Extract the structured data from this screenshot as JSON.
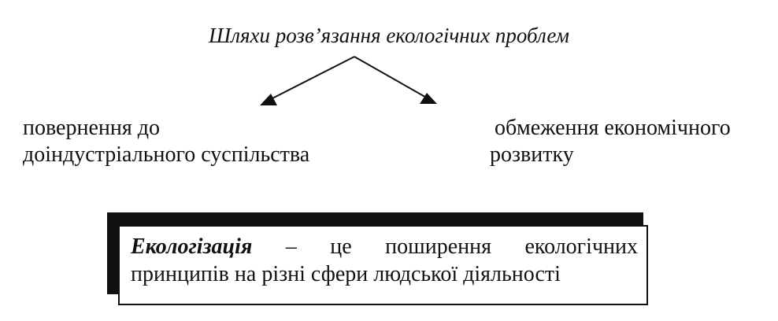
{
  "title": "Шляхи розв’язання екологічних проблем",
  "left_option": {
    "line1": "повернення до",
    "line2": "доіндустріального суспільства"
  },
  "right_option": {
    "line1": "обмеження економічного",
    "line2": "розвитку"
  },
  "definition": {
    "term": "Екологізація",
    "line1_words": [
      "–",
      "це",
      "поширення",
      "екологічних"
    ],
    "line2": "принципів на різні сфери людської діяльності"
  },
  "colors": {
    "ink": "#111111",
    "background": "#ffffff"
  }
}
